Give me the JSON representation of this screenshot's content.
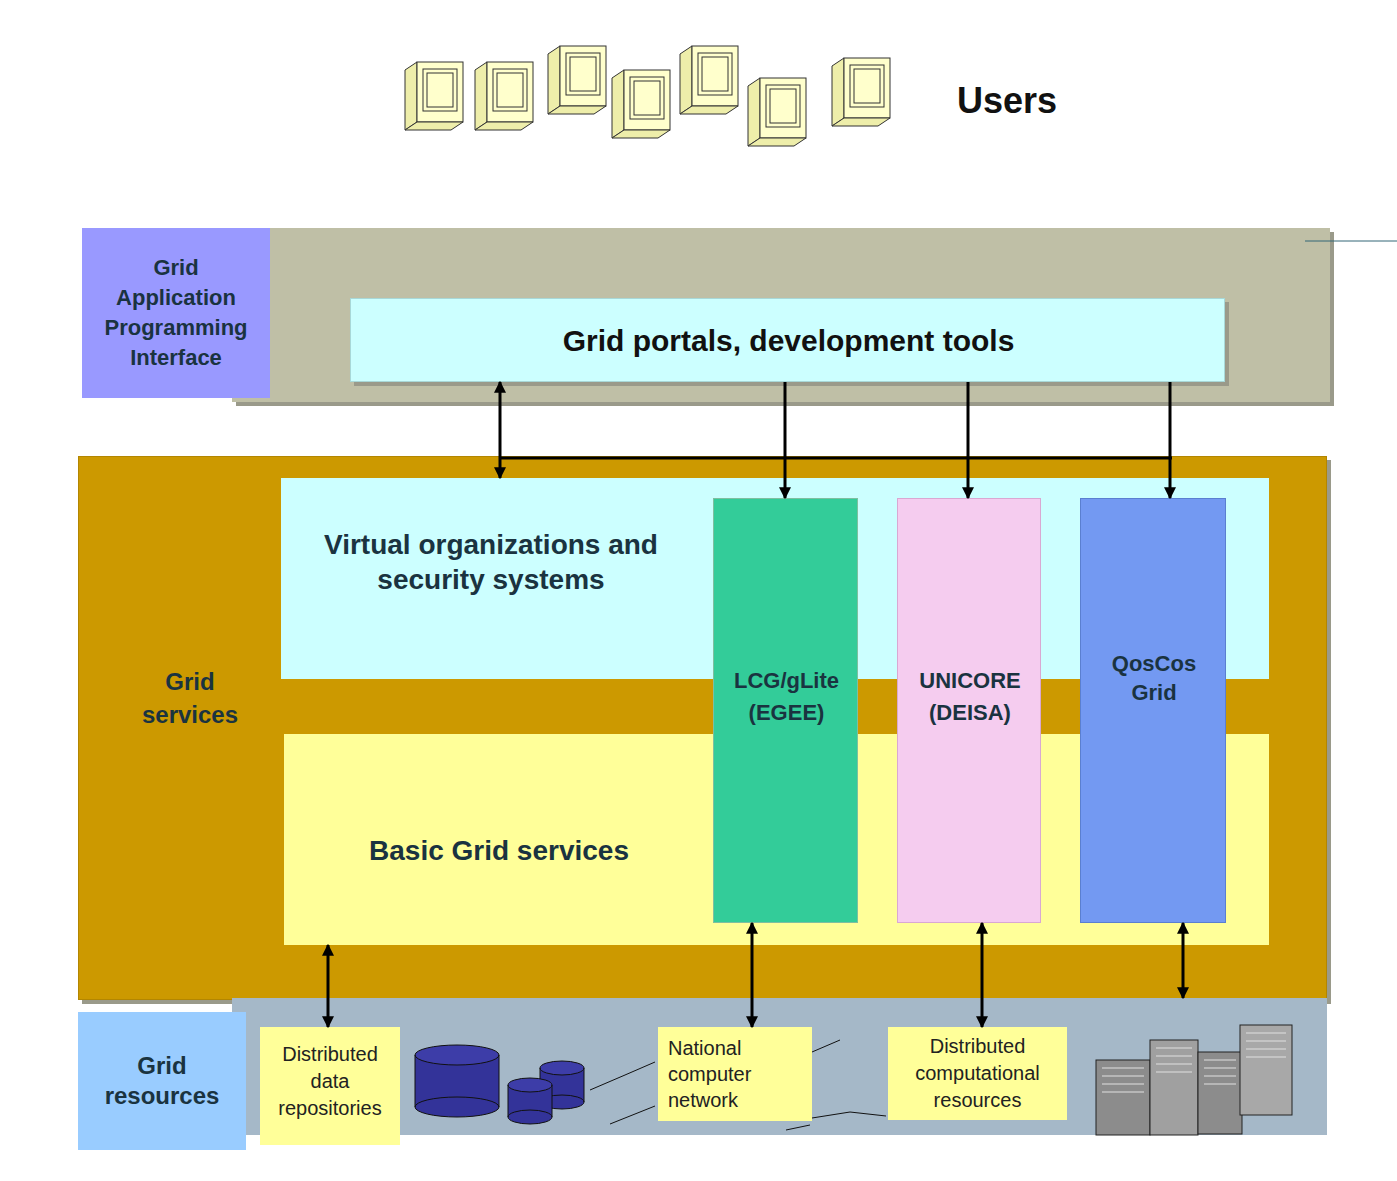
{
  "diagram": {
    "nodes": [
      {
        "text": [
          "Grid Application Programming Interface"
        ]
      },
      {
        "text": [
          "Grid portals, development tools"
        ],
        "in": 0
      },
      {
        "text": [
          "Grid services"
        ]
      },
      {
        "text": [
          "Virtual organizations and security systems"
        ],
        "in": 2
      },
      {
        "text": [
          "Basic Grid services"
        ],
        "in": 2
      },
      {
        "text": [
          "LCG/gLite (EGEE)"
        ],
        "in": 2
      },
      {
        "text": [
          "UNICORE (DEISA)"
        ],
        "in": 2
      },
      {
        "text": [
          "QosCos Grid"
        ],
        "in": 2
      },
      {
        "text": [
          "Grid resources"
        ]
      },
      {
        "text": [
          "Distributed data repositories"
        ],
        "in": 8
      },
      {
        "text": [
          "National computer network"
        ],
        "in": 8
      },
      {
        "text": [
          "Distributed computational resources"
        ],
        "in": 8
      }
    ],
    "edges": [
      {
        "from": 1,
        "to": 3,
        "arrow": "both"
      },
      {
        "from": 1,
        "to": 5,
        "arrow": "to"
      },
      {
        "from": 1,
        "to": 6,
        "arrow": "to"
      },
      {
        "from": 1,
        "to": 7,
        "arrow": "to"
      },
      {
        "from": 4,
        "to": 9,
        "arrow": "both"
      },
      {
        "from": 5,
        "to": 10,
        "arrow": "both"
      },
      {
        "from": 6,
        "to": 11,
        "arrow": "both"
      },
      {
        "from": 7,
        "to": 8,
        "arrow": "both"
      }
    ],
    "labels": [
      "Users"
    ]
  }
}
